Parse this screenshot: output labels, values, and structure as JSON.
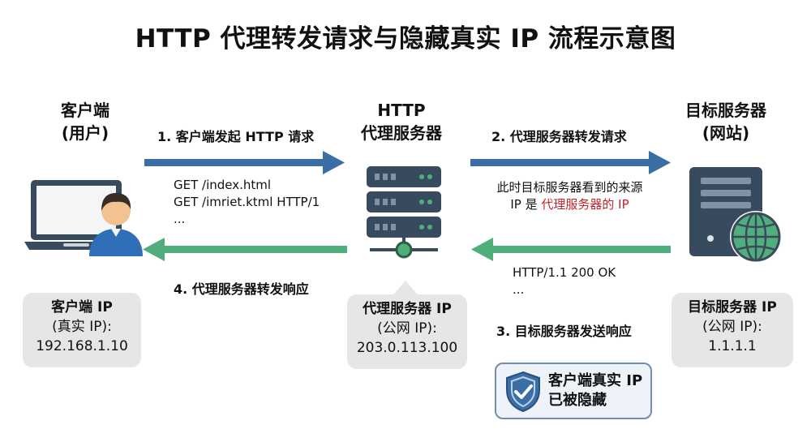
{
  "title": "HTTP 代理转发请求与隐藏真实 IP 流程示意图",
  "nodes": {
    "client": {
      "title_line1": "客户端",
      "title_line2": "(用户)"
    },
    "proxy": {
      "title_line1": "HTTP",
      "title_line2": "代理服务器"
    },
    "target": {
      "title_line1": "目标服务器",
      "title_line2": "(网站)"
    }
  },
  "arrows": {
    "step1": "1. 客户端发起 HTTP 请求",
    "step2": "2. 代理服务器转发请求",
    "step3": "3. 目标服务器发送响应",
    "step4": "4. 代理服务器转发响应"
  },
  "request_lines": [
    "GET /index.html",
    "GET /imriet.ktml HTTP/1",
    "..."
  ],
  "response_lines": [
    "HTTP/1.1 200 OK",
    "..."
  ],
  "target_note": {
    "line1": "此时目标服务器看到的来源",
    "line2_prefix": "IP 是",
    "line2_highlight": "代理服务器的 IP"
  },
  "ip_boxes": {
    "client": {
      "line1": "客户端 IP",
      "line2": "(真实 IP):",
      "line3": "192.168.1.10"
    },
    "proxy": {
      "line1": "代理服务器 IP",
      "line2": "(公网 IP):",
      "line3": "203.0.113.100"
    },
    "target": {
      "line1": "目标服务器 IP",
      "line2": "(公网 IP):",
      "line3": "1.1.1.1"
    }
  },
  "hidden_notice": {
    "line1": "客户端真实 IP",
    "line2": "已被隐藏"
  },
  "icons": {
    "client": "laptop-user-icon",
    "proxy": "server-rack-icon",
    "target": "server-globe-icon",
    "shield": "shield-check-icon"
  },
  "colors": {
    "request_arrow": "#3a6ea5",
    "response_arrow": "#4fae7c",
    "highlight": "#c0242b"
  }
}
